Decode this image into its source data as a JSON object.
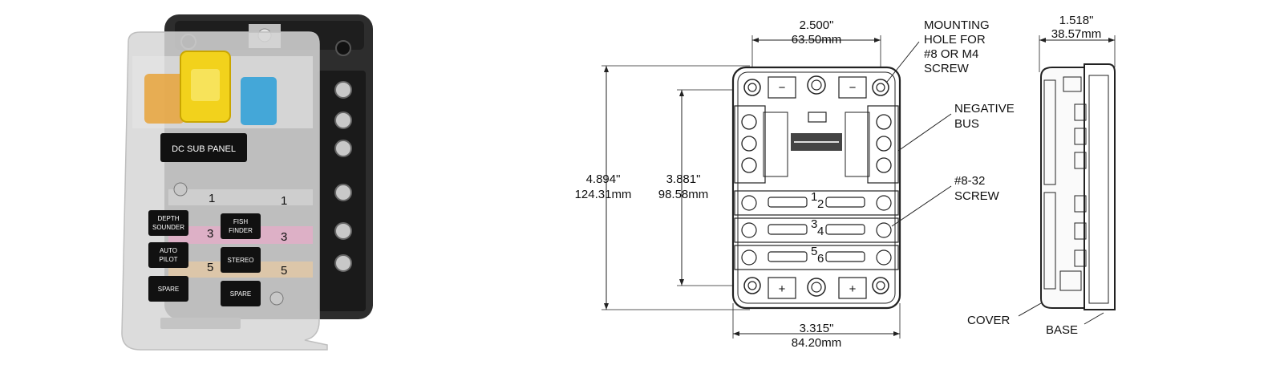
{
  "photo": {
    "panel_title": "DC SUB PANEL",
    "labels": [
      {
        "line1": "DEPTH",
        "line2": "SOUNDER"
      },
      {
        "line1": "FISH",
        "line2": "FINDER"
      },
      {
        "line1": "AUTO",
        "line2": "PILOT"
      },
      {
        "line1": "STEREO",
        "line2": ""
      },
      {
        "line1": "SPARE",
        "line2": ""
      },
      {
        "line1": "SPARE",
        "line2": ""
      }
    ],
    "fuse_numbers": [
      "1",
      "1",
      "3",
      "3",
      "5",
      "5"
    ],
    "colors": {
      "housing": "#2d2d2d",
      "cover": "#d6d6d6",
      "yellow_fuse": "#f2d21c",
      "orange_fuse": "#e8a030",
      "blue_fuse": "#2a9fd8",
      "pink_fuse": "#e9a9c9",
      "label_bg": "#111111"
    }
  },
  "diagram": {
    "width_top": {
      "inches": "2.500\"",
      "mm": "63.50mm"
    },
    "height_overall": {
      "inches": "4.894\"",
      "mm": "124.31mm"
    },
    "height_mount": {
      "inches": "3.881\"",
      "mm": "98.58mm"
    },
    "width_bottom": {
      "inches": "3.315\"",
      "mm": "84.20mm"
    },
    "depth_side": {
      "inches": "1.518\"",
      "mm": "38.57mm"
    },
    "callouts": {
      "mounting": [
        "MOUNTING",
        "HOLE FOR",
        "#8 OR M4",
        "SCREW"
      ],
      "negative": [
        "NEGATIVE",
        "BUS"
      ],
      "screw": [
        "#8-32",
        "SCREW"
      ],
      "cover": "COVER",
      "base": "BASE"
    },
    "fuse_numbers": [
      "1",
      "2",
      "3",
      "4",
      "5",
      "6"
    ],
    "symbols": {
      "minus": "−",
      "plus": "+"
    }
  }
}
